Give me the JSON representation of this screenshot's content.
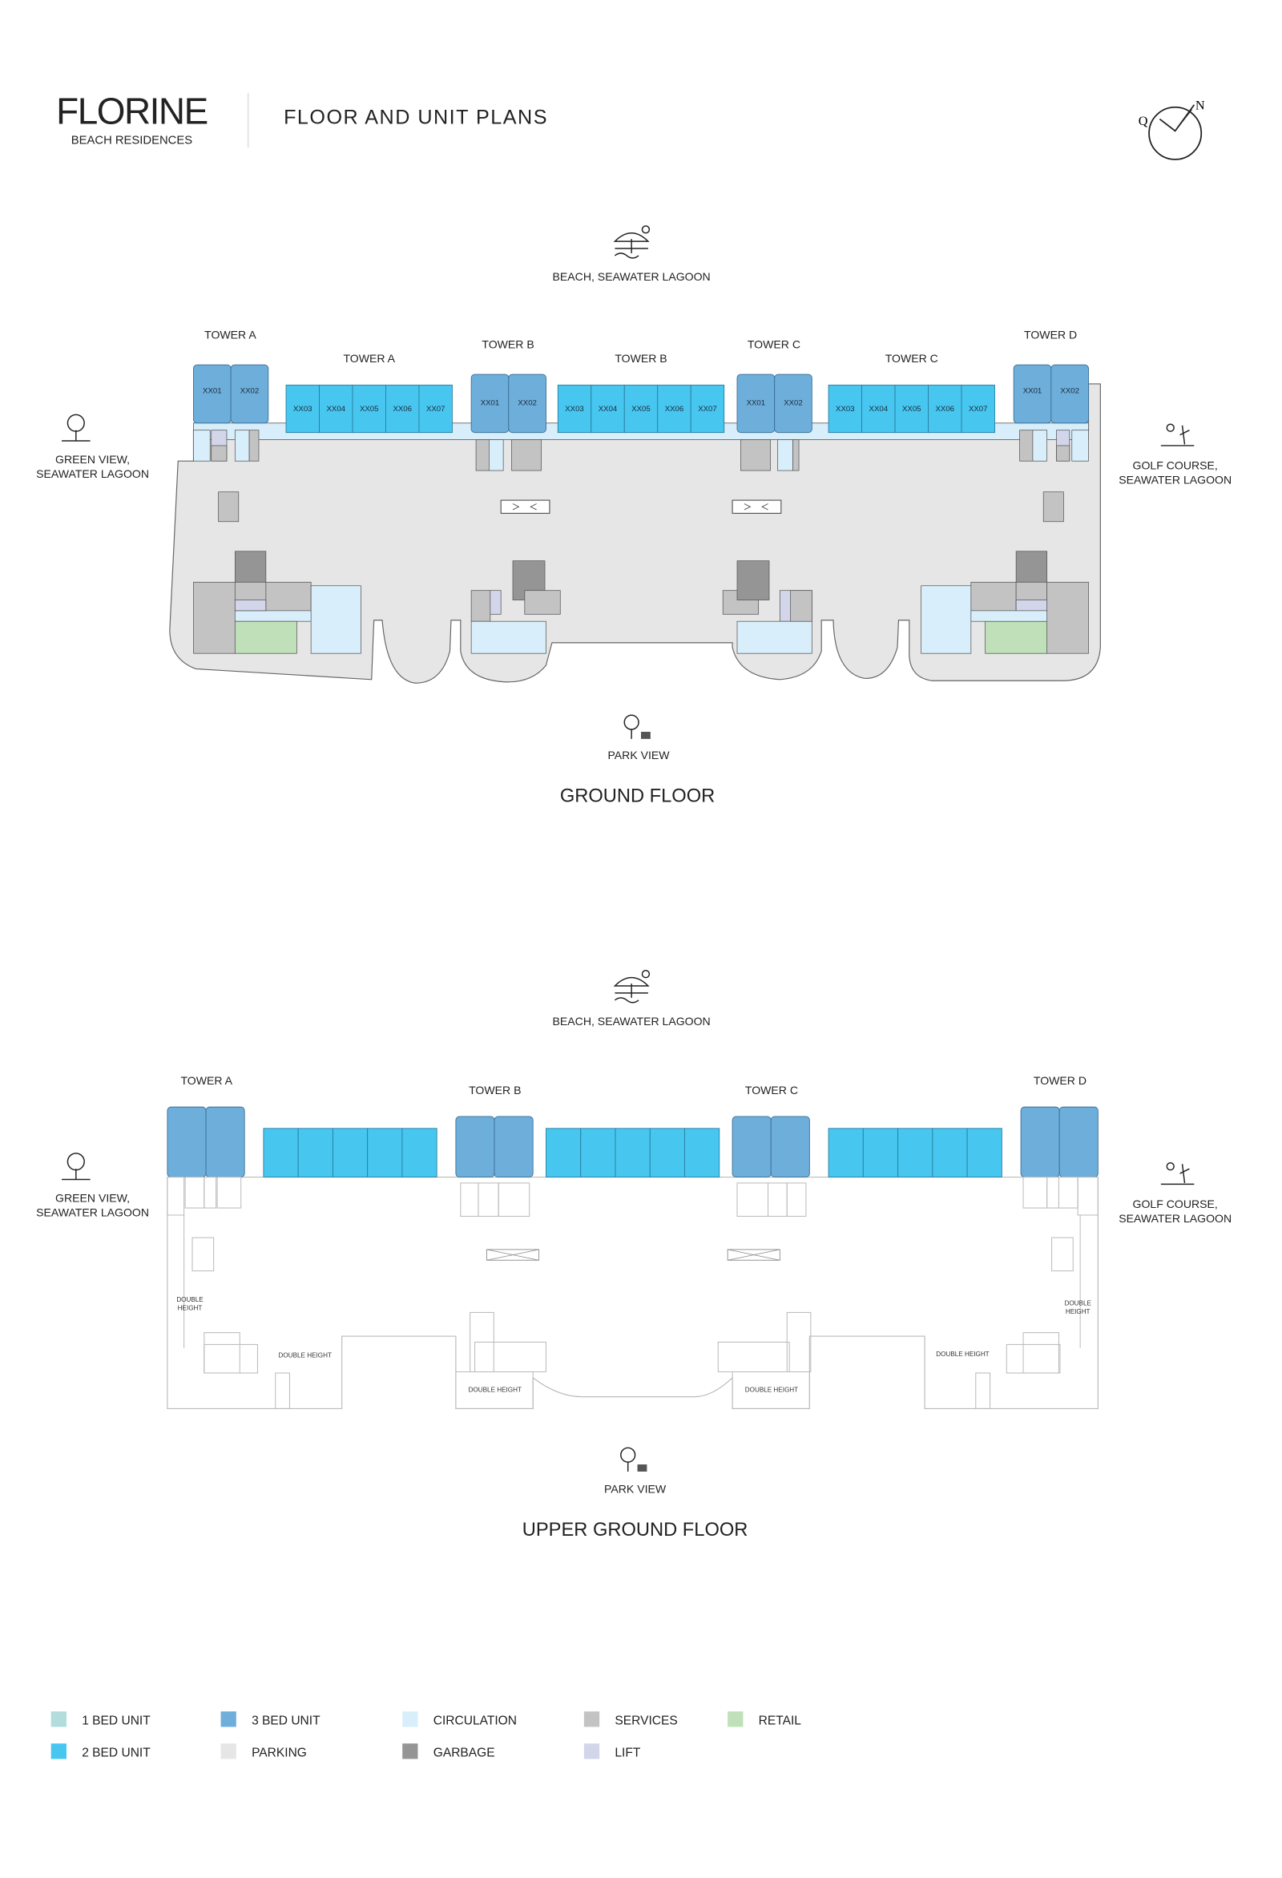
{
  "header": {
    "brand": "FLORINE",
    "brand_sub": "BEACH RESIDENCES",
    "title": "FLOOR AND UNIT PLANS",
    "compass": {
      "left": "Q",
      "right": "N"
    }
  },
  "ground_floor": {
    "title": "GROUND FLOOR",
    "views": {
      "top": "BEACH, SEAWATER LAGOON",
      "left": [
        "GREEN VIEW,",
        "SEAWATER LAGOON"
      ],
      "right": [
        "GOLF COURSE,",
        "SEAWATER LAGOON"
      ],
      "bottom": "PARK VIEW"
    },
    "towers": [
      "TOWER A",
      "TOWER A",
      "TOWER B",
      "TOWER B",
      "TOWER C",
      "TOWER C",
      "TOWER D"
    ],
    "units_3bed": [
      "XX01",
      "XX02"
    ],
    "units_2bed": [
      "XX03",
      "XX04",
      "XX05",
      "XX06",
      "XX07"
    ]
  },
  "upper_ground_floor": {
    "title": "UPPER GROUND FLOOR",
    "views": {
      "top": "BEACH, SEAWATER LAGOON",
      "left": [
        "GREEN VIEW,",
        "SEAWATER LAGOON"
      ],
      "right": [
        "GOLF COURSE,",
        "SEAWATER LAGOON"
      ],
      "bottom": "PARK VIEW"
    },
    "towers": [
      "TOWER A",
      "TOWER B",
      "TOWER C",
      "TOWER D"
    ],
    "double_height": "DOUBLE HEIGHT",
    "double_height_split": [
      "DOUBLE",
      "HEIGHT"
    ]
  },
  "legend": [
    {
      "label": "1 BED UNIT",
      "color": "#b3dcdc"
    },
    {
      "label": "2 BED UNIT",
      "color": "#47c6ef"
    },
    {
      "label": "3 BED UNIT",
      "color": "#6eaedb"
    },
    {
      "label": "PARKING",
      "color": "#e6e6e6"
    },
    {
      "label": "CIRCULATION",
      "color": "#d8eefa"
    },
    {
      "label": "GARBAGE",
      "color": "#959595"
    },
    {
      "label": "SERVICES",
      "color": "#c3c3c3"
    },
    {
      "label": "LIFT",
      "color": "#d3d5ea"
    },
    {
      "label": "RETAIL",
      "color": "#bfe0b8"
    }
  ]
}
